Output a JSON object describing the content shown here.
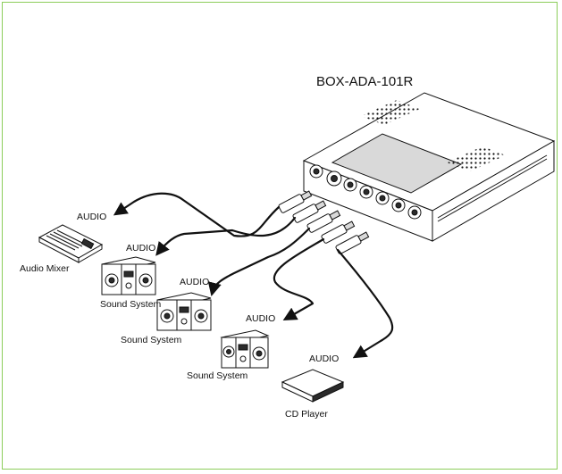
{
  "device": {
    "title": "BOX-ADA-101R"
  },
  "cables": {
    "label": "AUDIO"
  },
  "equipment": [
    {
      "name": "Audio Mixer"
    },
    {
      "name": "Sound System"
    },
    {
      "name": "Sound System"
    },
    {
      "name": "Sound System"
    },
    {
      "name": "CD Player"
    }
  ],
  "colors": {
    "border": "#8ccd5a",
    "ink": "#111111"
  }
}
